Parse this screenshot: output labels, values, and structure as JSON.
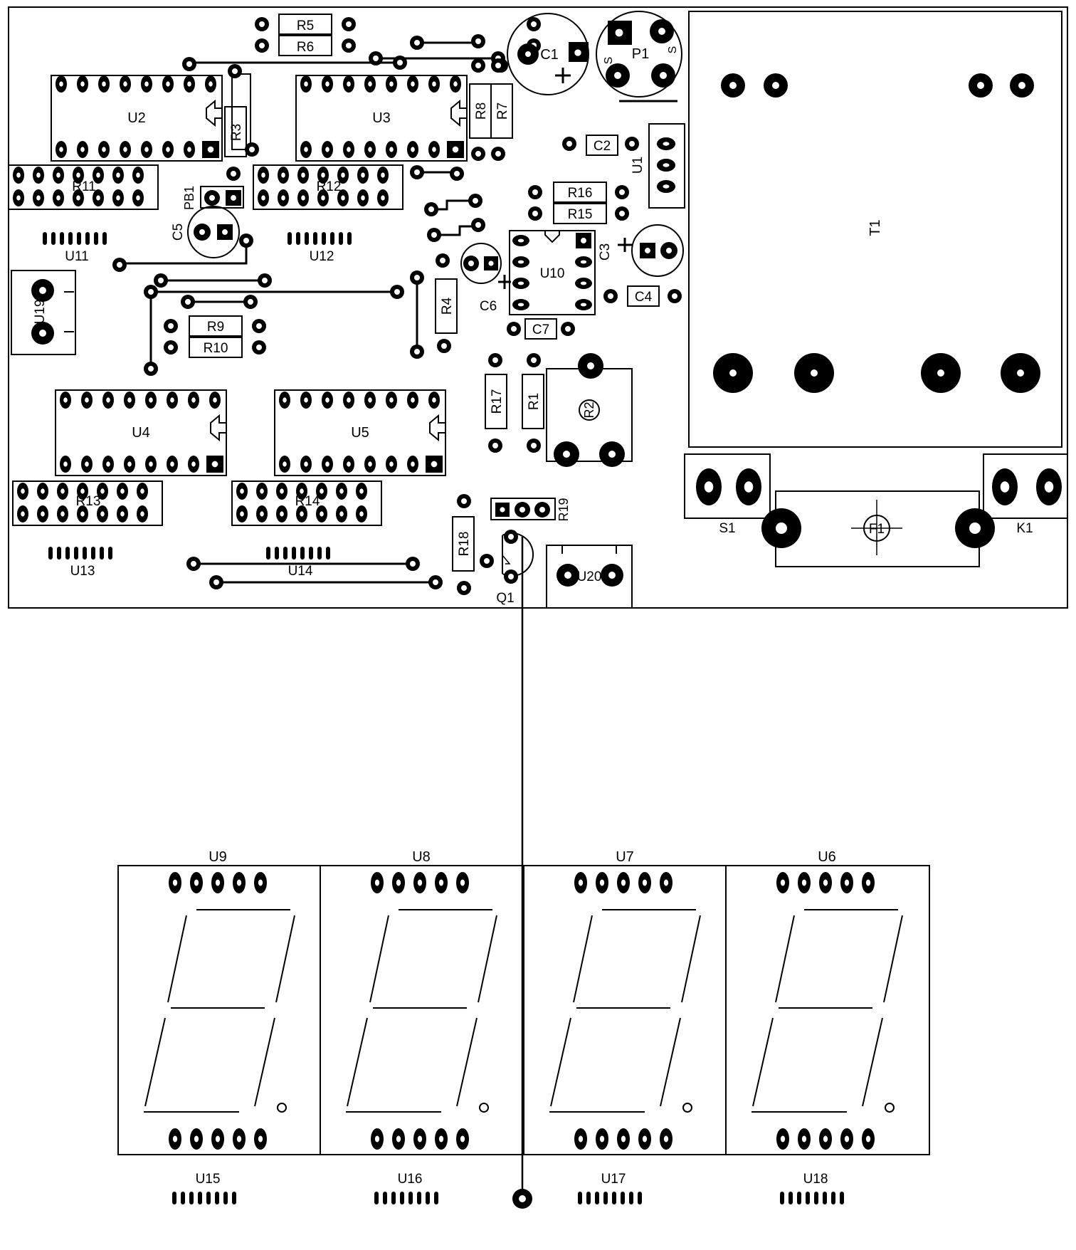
{
  "colors": {
    "ink": "#000000",
    "paper": "#ffffff"
  },
  "labels": {
    "R5": "R5",
    "R6": "R6",
    "C1": "C1",
    "P1": "P1",
    "T1": "T1",
    "U2": "U2",
    "U3": "U3",
    "R3": "R3",
    "R8": "R8",
    "R7": "R7",
    "C2": "C2",
    "U1": "U1",
    "R11": "R11",
    "R12": "R12",
    "PB1": "PB1",
    "R16": "R16",
    "R15": "R15",
    "C5": "C5",
    "U11": "U11",
    "U12": "U12",
    "C3": "C3",
    "U10": "U10",
    "U19": "U19",
    "R4": "R4",
    "C6": "C6",
    "C4": "C4",
    "R9": "R9",
    "R10": "R10",
    "C7": "C7",
    "U4": "U4",
    "U5": "U5",
    "R17": "R17",
    "R1": "R1",
    "R2": "R2",
    "R13": "R13",
    "R14": "R14",
    "R19": "R19",
    "S1": "S1",
    "F1": "F1",
    "K1": "K1",
    "R18": "R18",
    "U13": "U13",
    "U14": "U14",
    "Q1": "Q1",
    "U20": "U20",
    "U9": "U9",
    "U8": "U8",
    "U7": "U7",
    "U6": "U6",
    "U15": "U15",
    "U16": "U16",
    "U17": "U17",
    "U18": "U18",
    "P1_pin_s1": "S",
    "P1_pin_s2": "S",
    "P1_pin_minus": "-"
  }
}
